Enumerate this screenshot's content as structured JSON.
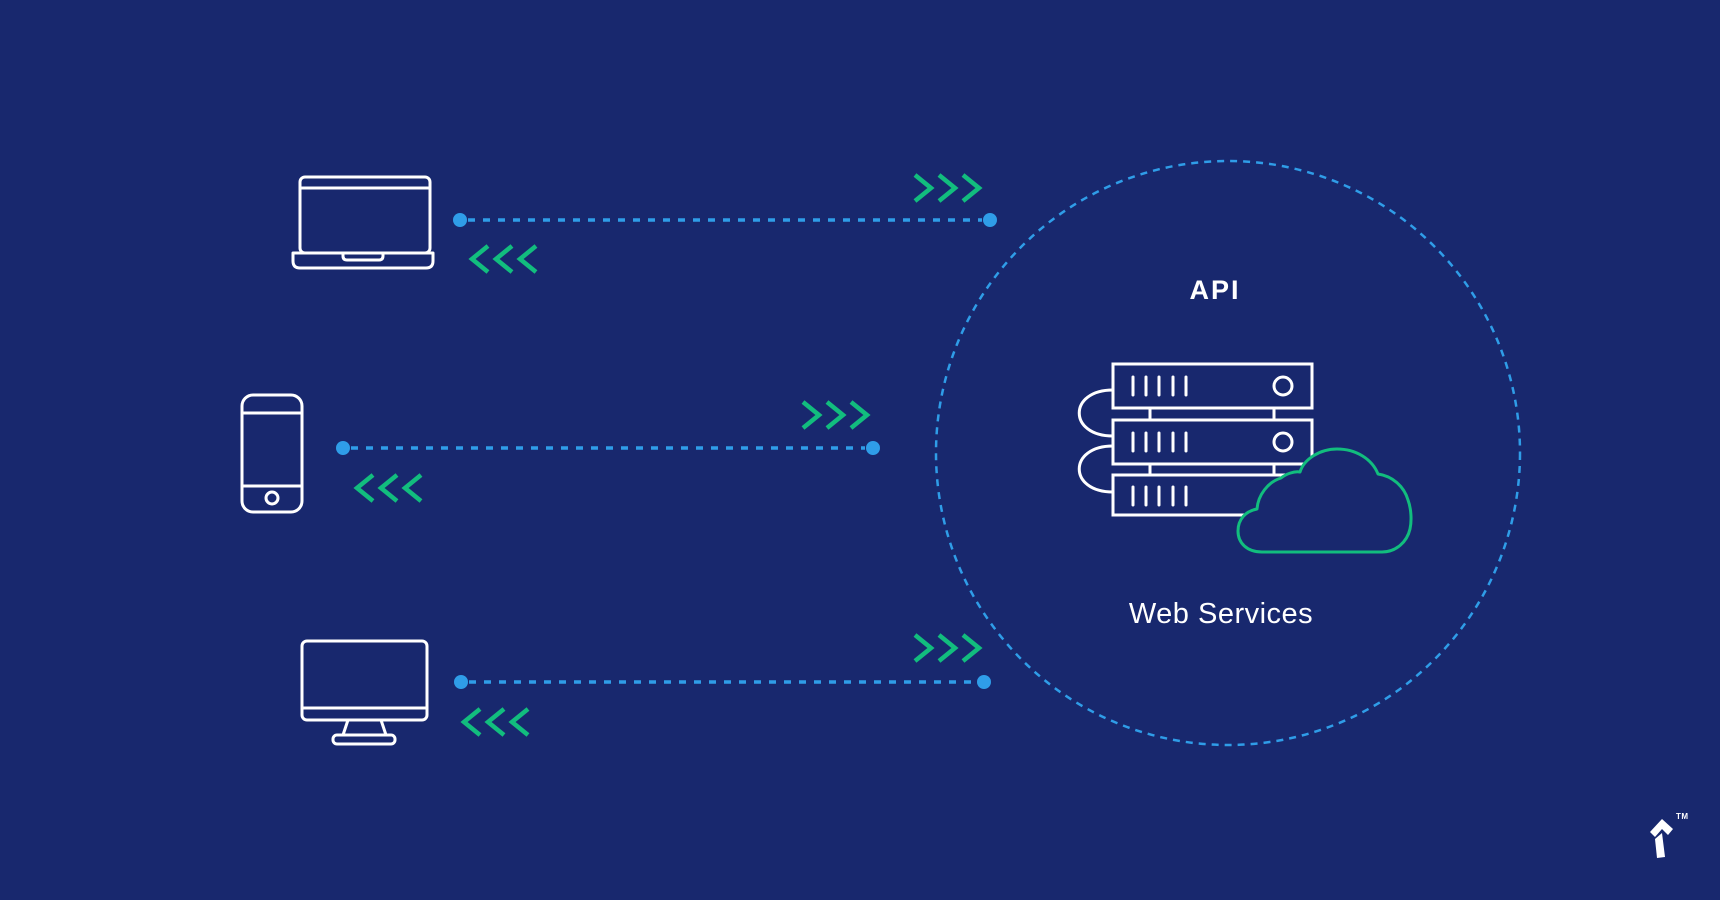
{
  "diagram": {
    "title_label": "API",
    "subtitle_label": "Web Services",
    "trademark": "TM"
  },
  "colors": {
    "background": "#18286e",
    "line_blue": "#2f9de8",
    "chevron_green": "#12bd7e",
    "icon_white": "#ffffff"
  },
  "icons": [
    {
      "name": "laptop-icon"
    },
    {
      "name": "smartphone-icon"
    },
    {
      "name": "desktop-icon"
    },
    {
      "name": "server-stack-icon"
    },
    {
      "name": "cloud-icon"
    },
    {
      "name": "toptal-logo-icon"
    }
  ],
  "connections": [
    {
      "from": "laptop",
      "to": "api-boundary",
      "style": "dashed",
      "directions": [
        "request-right",
        "response-left"
      ]
    },
    {
      "from": "smartphone",
      "to": "api-boundary",
      "style": "dashed",
      "directions": [
        "request-right",
        "response-left"
      ]
    },
    {
      "from": "desktop",
      "to": "api-boundary",
      "style": "dashed",
      "directions": [
        "request-right",
        "response-left"
      ]
    }
  ]
}
